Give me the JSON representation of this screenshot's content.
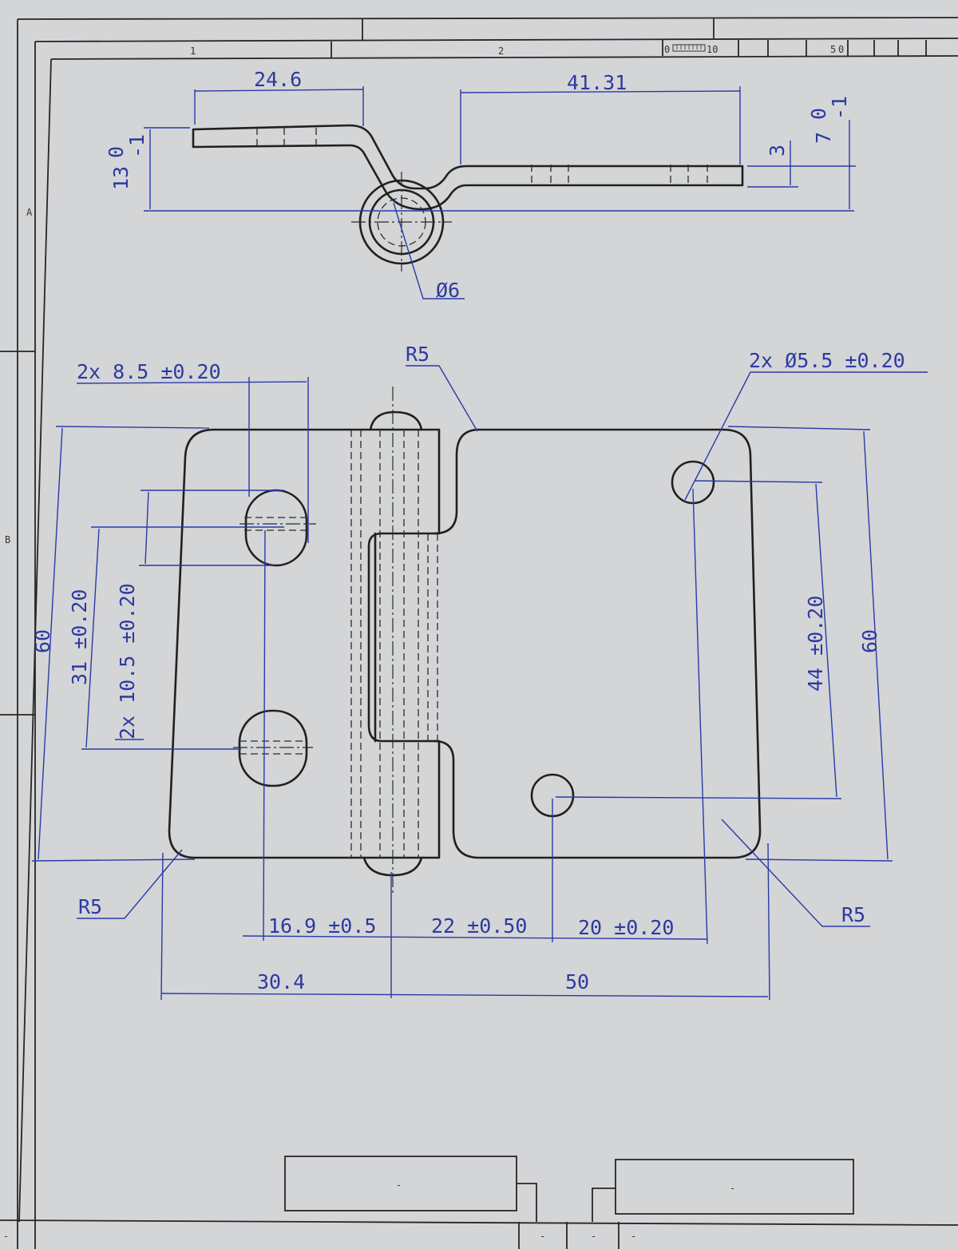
{
  "drawing": {
    "colors": {
      "paper": "#d6d7d9",
      "ink": "#202020",
      "dimension": "#2a3aa8"
    },
    "frame": {
      "zone_numbers": [
        "1",
        "2"
      ],
      "zone_letters": [
        "A",
        "B"
      ],
      "scale_ticks": [
        "0",
        "10",
        "5",
        "0"
      ],
      "title_boxes": [
        "-",
        "-"
      ],
      "footer_cells": [
        "-",
        "-",
        "-",
        "-"
      ]
    },
    "side_view": {
      "dim_left_length": "24.6",
      "dim_right_length": "41.31",
      "dim_height_nominal": "13",
      "dim_height_tol_upper": "0",
      "dim_height_tol_lower": "-1",
      "dim_thickness": "3",
      "dim_offset_nominal": "7",
      "dim_offset_tol_upper": "0",
      "dim_offset_tol_lower": "-1",
      "pin_diameter": "Ø6"
    },
    "plan_view": {
      "slot_width": "2x 8.5 ±0.20",
      "hole_diameter": "2x Ø5.5 ±0.20",
      "fillet_top": "R5",
      "fillet_bottom_left": "R5",
      "fillet_bottom_right": "R5",
      "height_left": "60",
      "height_right": "60",
      "slot_pitch": "31 ±0.20",
      "slot_length": "2x 10.5 ±0.20",
      "hole_pitch": "44 ±0.20",
      "pos_slot_to_pin": "16.9 ±0.5",
      "pos_pin_to_hole": "22 ±0.50",
      "pos_hole_to_hole": "20 ±0.20",
      "width_left": "30.4",
      "width_right": "50"
    }
  }
}
